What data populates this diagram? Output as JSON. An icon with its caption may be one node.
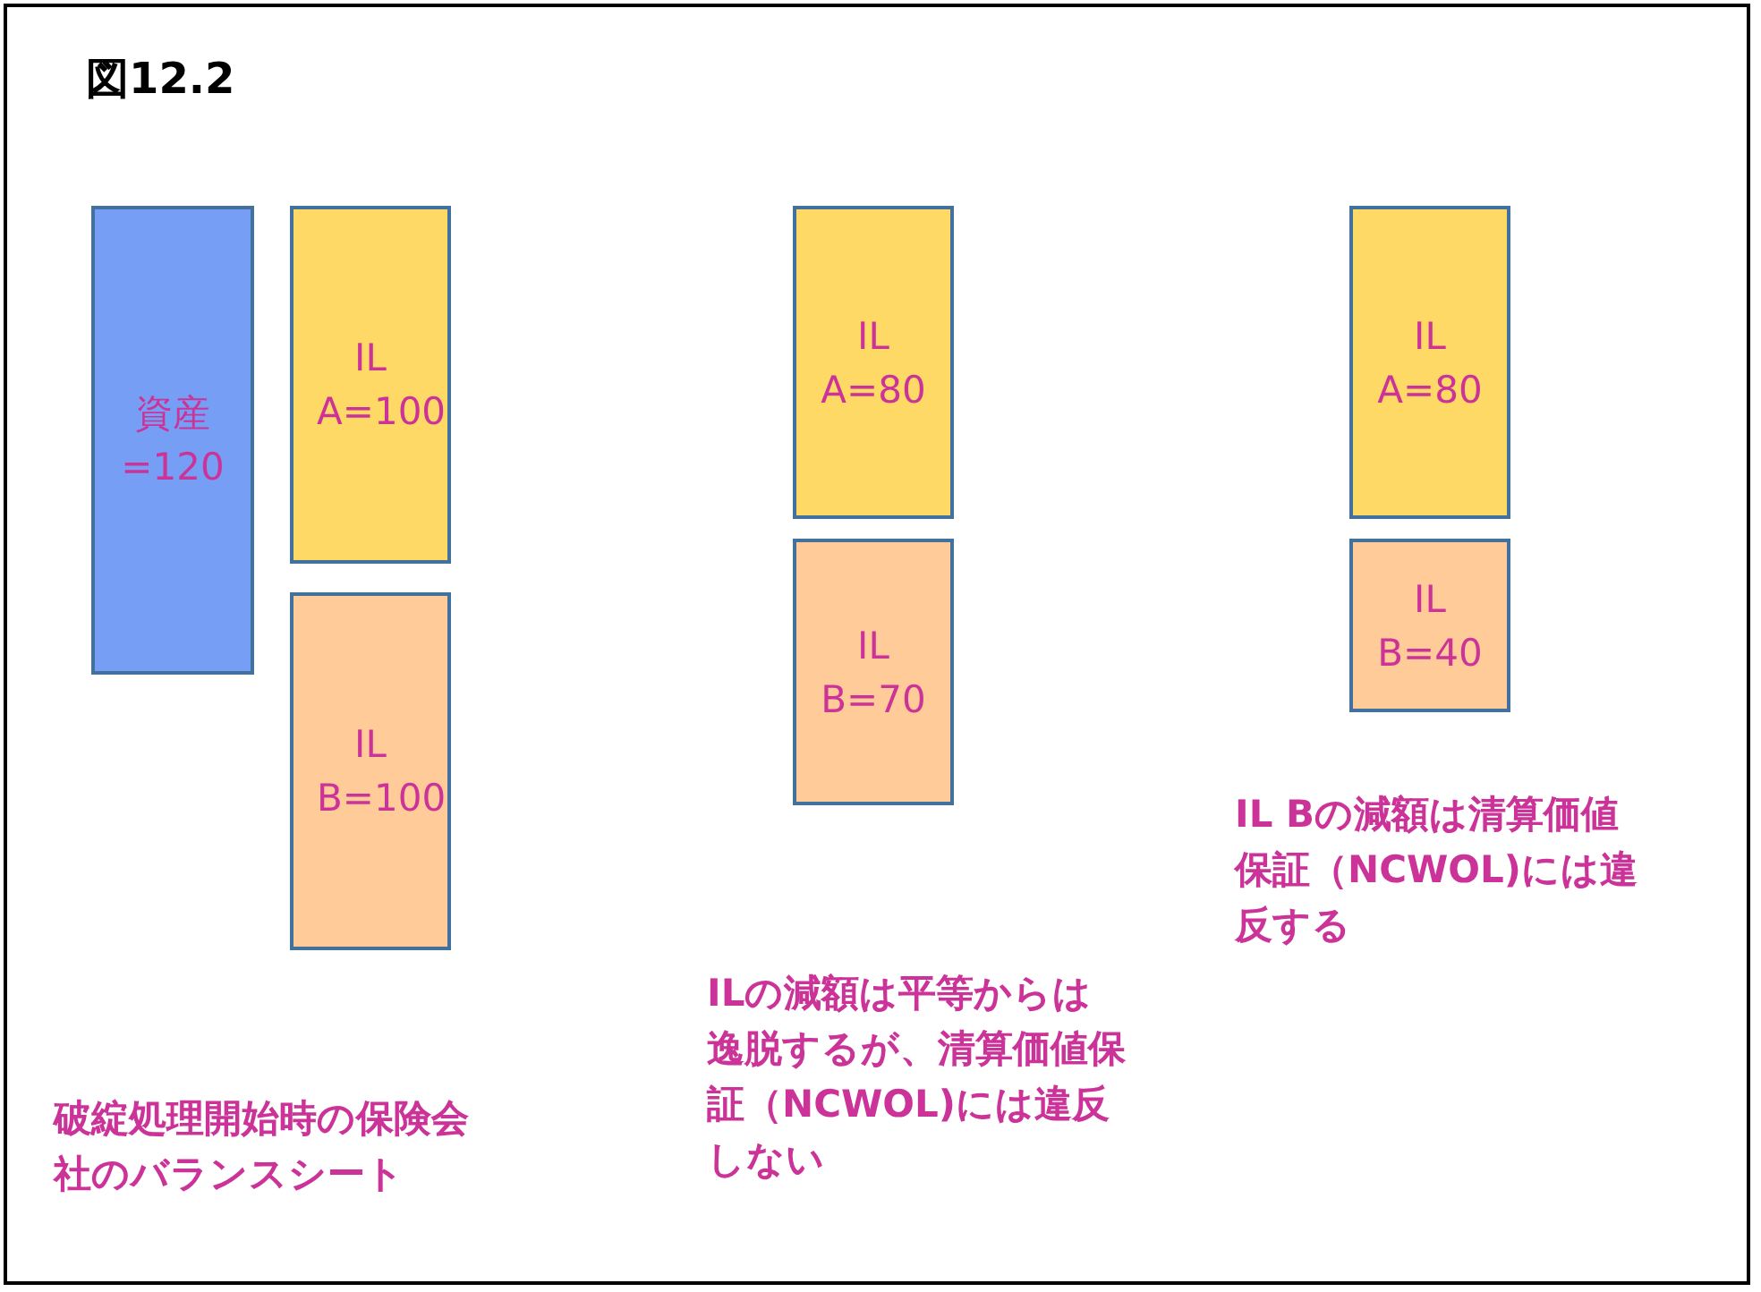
{
  "diagram": {
    "title": "図12.2",
    "nodes": [
      {
        "text": [
          "資産",
          "=120"
        ]
      },
      {
        "text": [
          "IL A=100"
        ]
      },
      {
        "text": [
          "IL B=100"
        ]
      },
      {
        "text": [
          "IL A=80"
        ]
      },
      {
        "text": [
          "IL B=70"
        ]
      },
      {
        "text": [
          "IL A=80"
        ]
      },
      {
        "text": [
          "IL B=40"
        ]
      }
    ],
    "labels": [
      "IL Bの減額は清算価値保証（NCWOL)には違反する",
      "ILの減額は平等からは逸脱するが、清算価値保証（NCWOL)には違反しない",
      "破綻処理開始時の保険会社のバランスシート"
    ]
  }
}
